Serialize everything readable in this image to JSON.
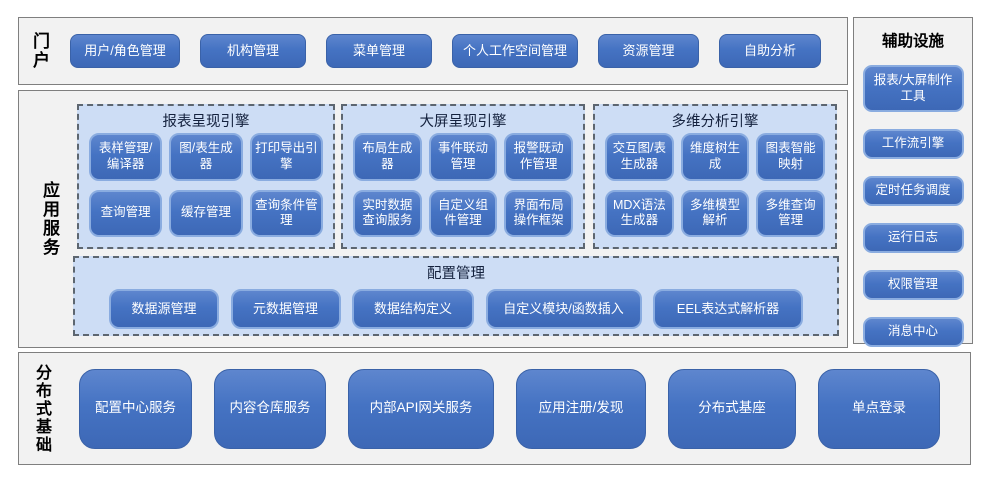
{
  "colors": {
    "button_blue": "#4472c4",
    "button_border_light": "#8aace0",
    "panel_light_blue": "#cdddf5",
    "section_gray": "#f2f2f2",
    "section_border_gray": "#7f7f7f",
    "button_text": "#ffffff",
    "title_text": "#000000"
  },
  "portal": {
    "label": "门户",
    "items": [
      "用户/角色管理",
      "机构管理",
      "菜单管理",
      "个人工作空间管理",
      "资源管理",
      "自助分析"
    ]
  },
  "app_services": {
    "label": "应用服务",
    "engines": [
      {
        "title": "报表呈现引擎",
        "items": [
          "表样管理/编译器",
          "图/表生成器",
          "打印导出引擎",
          "查询管理",
          "缓存管理",
          "查询条件管理"
        ]
      },
      {
        "title": "大屏呈现引擎",
        "items": [
          "布局生成器",
          "事件联动管理",
          "报警既动作管理",
          "实时数据查询服务",
          "自定义组件管理",
          "界面布局操作框架"
        ]
      },
      {
        "title": "多维分析引擎",
        "items": [
          "交互图/表生成器",
          "维度树生成",
          "图表智能映射",
          "MDX语法生成器",
          "多维模型解析",
          "多维查询管理"
        ]
      }
    ],
    "config": {
      "title": "配置管理",
      "items": [
        "数据源管理",
        "元数据管理",
        "数据结构定义",
        "自定义模块/函数插入",
        "EEL表达式解析器"
      ]
    }
  },
  "foundation": {
    "label": "分布式基础",
    "items": [
      "配置中心服务",
      "内容仓库服务",
      "内部API网关服务",
      "应用注册/发现",
      "分布式基座",
      "单点登录"
    ]
  },
  "auxiliary": {
    "title": "辅助设施",
    "items": [
      "报表/大屏制作工具",
      "工作流引擎",
      "定时任务调度",
      "运行日志",
      "权限管理",
      "消息中心"
    ]
  }
}
